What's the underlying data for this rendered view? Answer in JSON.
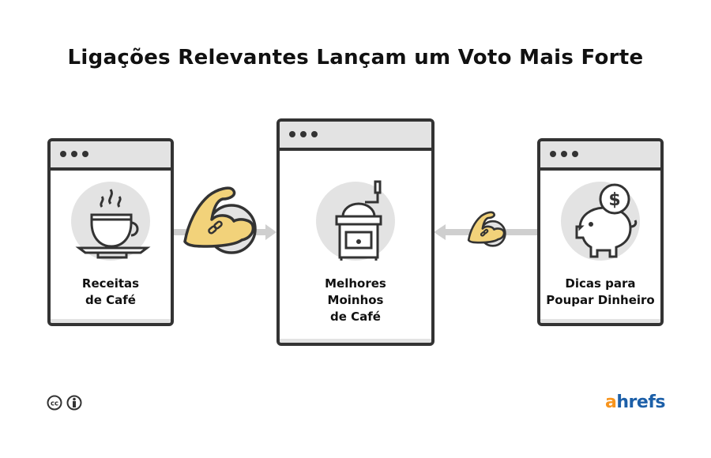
{
  "title": "Ligações Relevantes Lançam um Voto Mais Forte",
  "pages": {
    "left": {
      "lines": [
        "Receitas",
        "de Café"
      ],
      "icon": "coffee-cup-icon"
    },
    "center": {
      "lines": [
        "Melhores",
        "Moinhos",
        "de Café"
      ],
      "icon": "coffee-grinder-icon"
    },
    "right": {
      "lines": [
        "Dicas para",
        "Poupar Dinheiro"
      ],
      "icon": "piggy-bank-icon"
    }
  },
  "links": [
    {
      "from": "left",
      "to": "center",
      "strength": "strong"
    },
    {
      "from": "right",
      "to": "center",
      "strength": "weak"
    }
  ],
  "footer": {
    "license_icons": [
      "cc-icon",
      "attribution-icon"
    ],
    "brand": {
      "first": "a",
      "rest": "hrefs"
    }
  },
  "colors": {
    "accent_orange": "#f7941d",
    "brand_blue": "#1c5fa8",
    "muscle": "#f2d27a",
    "outline": "#333333",
    "panel": "#e3e3e3"
  }
}
